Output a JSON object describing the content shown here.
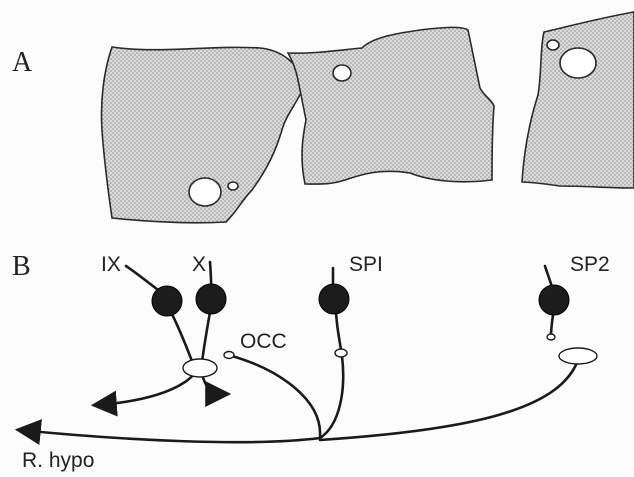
{
  "panels": {
    "a_label": "A",
    "b_label": "B"
  },
  "nerves": {
    "ix": "IX",
    "x": "X",
    "occ": "OCC",
    "sp1": "SPI",
    "sp2": "SP2",
    "r_hypo": "R. hypo"
  }
}
